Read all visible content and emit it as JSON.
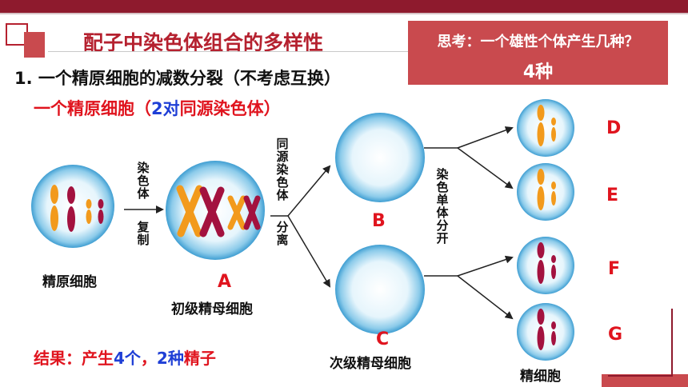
{
  "header": {
    "title": "配子中染色体组合的多样性",
    "question": "思考：一个雄性个体产生几种？",
    "answer": "4种"
  },
  "section": {
    "heading": "1. 一个精原细胞的减数分裂（不考虑互换）",
    "sub_pre": "一个精原细胞（",
    "sub_num": "2对",
    "sub_post": "同源染色体）"
  },
  "arrows": {
    "replicate_top": "染色体",
    "replicate_bottom": "复制",
    "homolog_top": "同源染色体",
    "homolog_bottom": "分离",
    "sister": "染色单体分开"
  },
  "cells": {
    "spermatogonium": "精原细胞",
    "primary_letter": "A",
    "primary": "初级精母细胞",
    "b_letter": "B",
    "c_letter": "C",
    "secondary": "次级精母细胞",
    "sperm": "精细胞",
    "d": "D",
    "e": "E",
    "f": "F",
    "g": "G"
  },
  "result": {
    "pre": "结果：产生",
    "num1": "4个",
    "mid": "，",
    "num2": "2种",
    "post": "精子"
  },
  "colors": {
    "accent": "#8e1a2d",
    "orange": "#f29a1c",
    "maroon": "#a3123f",
    "red_text": "#e0141e",
    "blue_text": "#1f3fd6"
  }
}
